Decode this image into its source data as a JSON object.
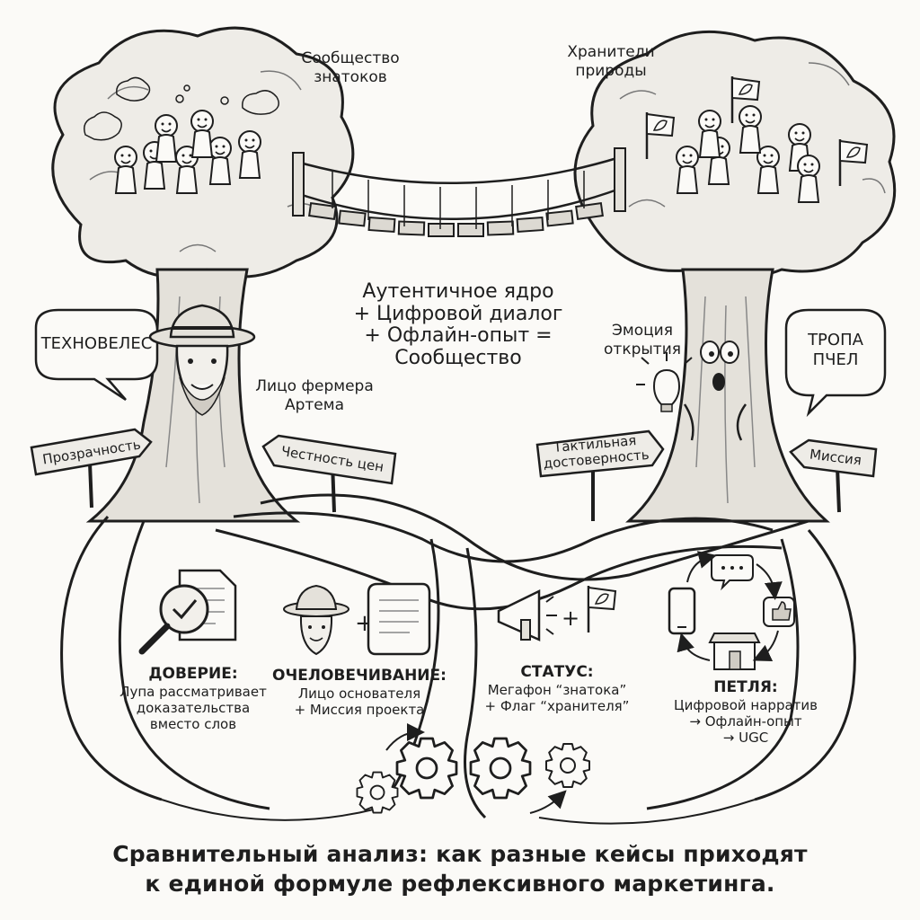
{
  "communities": {
    "left": {
      "line1": "Сообщество",
      "line2": "знатоков"
    },
    "right": {
      "line1": "Хранители",
      "line2": "природы"
    }
  },
  "formula": {
    "line1": "Аутентичное ядро",
    "line2": "+ Цифровой диалог",
    "line3": "+ Офлайн-опыт =",
    "line4": "Сообщество"
  },
  "bubbles": {
    "left": "ТЕХНОВЕЛЕС",
    "right": {
      "line1": "ТРОПА",
      "line2": "ПЧЕЛ"
    }
  },
  "faces": {
    "farmer": {
      "line1": "Лицо фермера",
      "line2": "Артема"
    },
    "emotion": {
      "line1": "Эмоция",
      "line2": "открытия"
    }
  },
  "signs": {
    "transparency": "Прозрачность",
    "price_honesty": "Честность цен",
    "tactile": {
      "line1": "Тактильная",
      "line2": "достоверность"
    },
    "mission": "Миссия"
  },
  "sections": {
    "trust": {
      "title": "ДОВЕРИЕ:",
      "line1": "Лупа рассматривает",
      "line2": "доказательства",
      "line3": "вместо слов"
    },
    "humanization": {
      "title": "ОЧЕЛОВЕЧИВАНИЕ:",
      "line1": "Лицо основателя",
      "line2": "+ Миссия проекта"
    },
    "status": {
      "title": "СТАТУС:",
      "line1": "Мегафон “знатока”",
      "line2": "+ Флаг “хранителя”"
    },
    "loop": {
      "title": "ПЕТЛЯ:",
      "line1": "Цифровой нарратив",
      "line2": "→ Офлайн-опыт",
      "line3": "→ UGC"
    }
  },
  "caption": {
    "line1": "Сравнительный анализ: как разные кейсы приходят",
    "line2": "к единой формуле рефлексивного маркетинга."
  },
  "colors": {
    "ink": "#1e1e1e",
    "paper": "#fbfaf7",
    "shade": "#d9d6cf"
  }
}
